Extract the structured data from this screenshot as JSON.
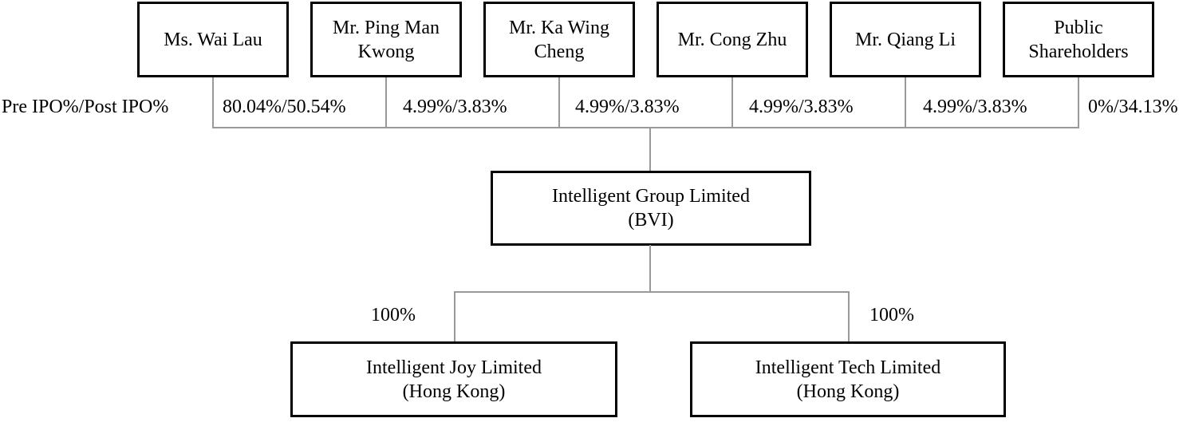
{
  "diagram": {
    "row_label": "Pre IPO%/Post IPO%",
    "shareholders": [
      {
        "name": "Ms. Wai Lau",
        "pct": "80.04%/50.54%"
      },
      {
        "name": "Mr. Ping Man Kwong",
        "pct": "4.99%/3.83%"
      },
      {
        "name": "Mr. Ka Wing Cheng",
        "pct": "4.99%/3.83%"
      },
      {
        "name": "Mr. Cong Zhu",
        "pct": "4.99%/3.83%"
      },
      {
        "name": "Mr. Qiang Li",
        "pct": "4.99%/3.83%"
      },
      {
        "name": "Public Shareholders",
        "pct": "0%/34.13%"
      }
    ],
    "parent": {
      "name": "Intelligent Group Limited",
      "jurisdiction": "(BVI)"
    },
    "subsidiaries": [
      {
        "name": "Intelligent Joy Limited",
        "jurisdiction": "(Hong Kong)",
        "ownership": "100%"
      },
      {
        "name": "Intelligent Tech Limited",
        "jurisdiction": "(Hong Kong)",
        "ownership": "100%"
      }
    ],
    "colors": {
      "connector_line": "#999999",
      "box_border": "#000000",
      "background": "#ffffff"
    }
  }
}
